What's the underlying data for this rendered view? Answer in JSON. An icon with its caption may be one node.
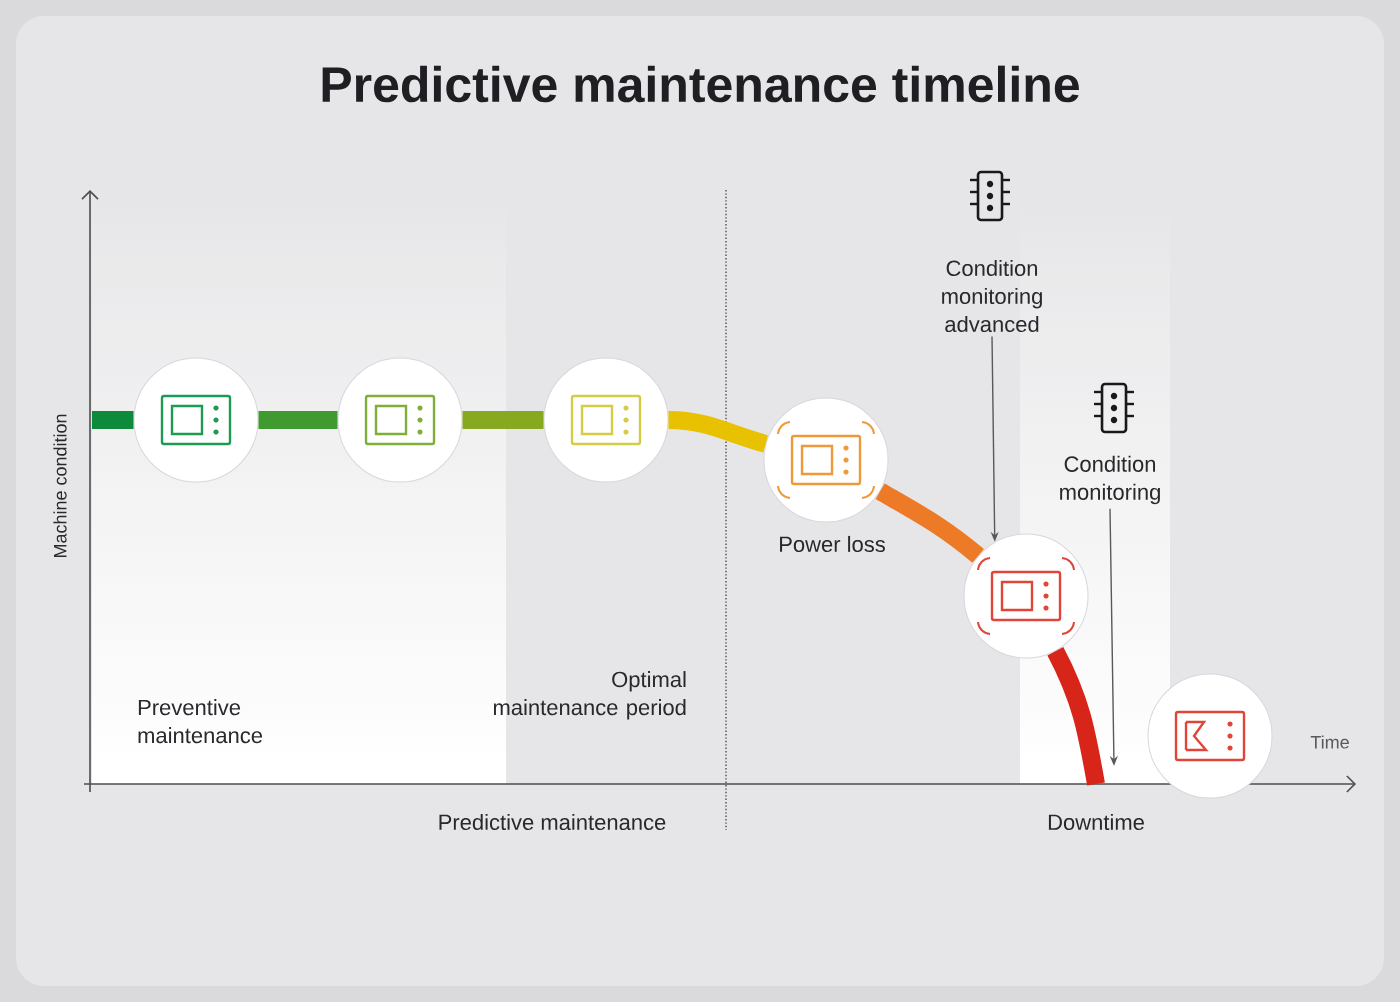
{
  "diagram": {
    "title": "Predictive maintenance timeline",
    "nodes": [
      {
        "text": [],
        "shape": "circle"
      },
      {
        "text": [],
        "shape": "circle"
      },
      {
        "text": [],
        "shape": "circle"
      },
      {
        "text": [],
        "shape": "circle",
        "beside": [
          "Power loss"
        ]
      },
      {
        "text": [],
        "shape": "circle"
      },
      {
        "text": [],
        "shape": "circle"
      },
      {
        "text": [
          "Condition monitoring advanced"
        ]
      },
      {
        "text": [
          "Condition monitoring"
        ]
      }
    ],
    "edges": [
      {
        "from": null,
        "to": 0,
        "arrow": "none",
        "color": "#0e8a3c"
      },
      {
        "from": 0,
        "to": 1,
        "arrow": "none",
        "color": "#3f9a30"
      },
      {
        "from": 1,
        "to": 2,
        "arrow": "none",
        "color": "#86a920"
      },
      {
        "from": 2,
        "to": 3,
        "arrow": "none",
        "color": "#e8c200"
      },
      {
        "from": 3,
        "to": 4,
        "arrow": "none",
        "color": "#ec7a26"
      },
      {
        "from": 4,
        "to": null,
        "arrow": "none",
        "color": "#d8251a"
      },
      {
        "from": 6,
        "to": 4,
        "arrow": "to"
      },
      {
        "from": 7,
        "to": null,
        "arrow": "to"
      }
    ],
    "labels": [
      "Machine condition",
      "Preventive maintenance",
      "Optimal maintenance period",
      "Time",
      "Predictive maintenance",
      "Downtime"
    ]
  }
}
